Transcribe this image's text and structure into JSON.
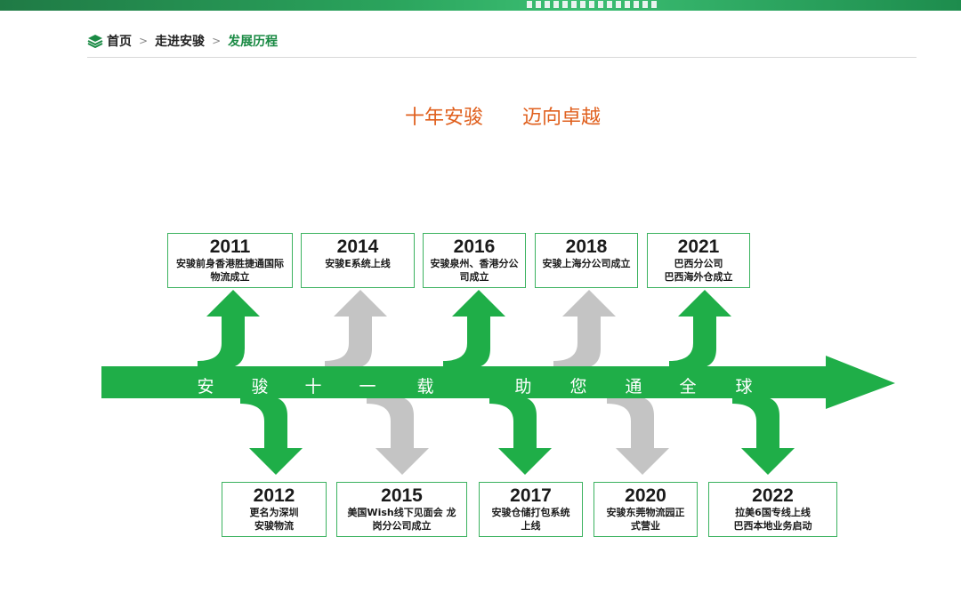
{
  "breadcrumb": {
    "home": "首页",
    "level2": "走进安骏",
    "current": "发展历程",
    "separator": ">"
  },
  "slogan": "十年安骏　　迈向卓越",
  "axis_slogan": [
    "安",
    "骏",
    "十",
    "一",
    "载",
    "助",
    "您",
    "通",
    "全",
    "球"
  ],
  "colors": {
    "brand_green": "#1fae48",
    "arrow_gray": "#c4c4c4",
    "slogan_orange": "#e0601e",
    "box_border": "#3bb25f"
  },
  "events_top": [
    {
      "year": "2011",
      "desc": "安骏前身香港胜捷通国际物流成立",
      "arrow": "green"
    },
    {
      "year": "2014",
      "desc": "安骏E系统上线",
      "arrow": "gray"
    },
    {
      "year": "2016",
      "desc": "安骏泉州、香港分公司成立",
      "arrow": "green"
    },
    {
      "year": "2018",
      "desc": "安骏上海分公司成立",
      "arrow": "gray"
    },
    {
      "year": "2021",
      "desc": "巴西分公司\n巴西海外仓成立",
      "arrow": "green"
    }
  ],
  "events_bottom": [
    {
      "year": "2012",
      "desc": "更名为深圳\n安骏物流",
      "arrow": "green"
    },
    {
      "year": "2015",
      "desc": "美国Wish线下见面会 龙岗分公司成立",
      "arrow": "gray"
    },
    {
      "year": "2017",
      "desc": "安骏仓储打包系统\n上线",
      "arrow": "green"
    },
    {
      "year": "2020",
      "desc": "安骏东莞物流园正\n式营业",
      "arrow": "gray"
    },
    {
      "year": "2022",
      "desc": "拉美6国专线上线\n巴西本地业务启动",
      "arrow": "green"
    }
  ]
}
